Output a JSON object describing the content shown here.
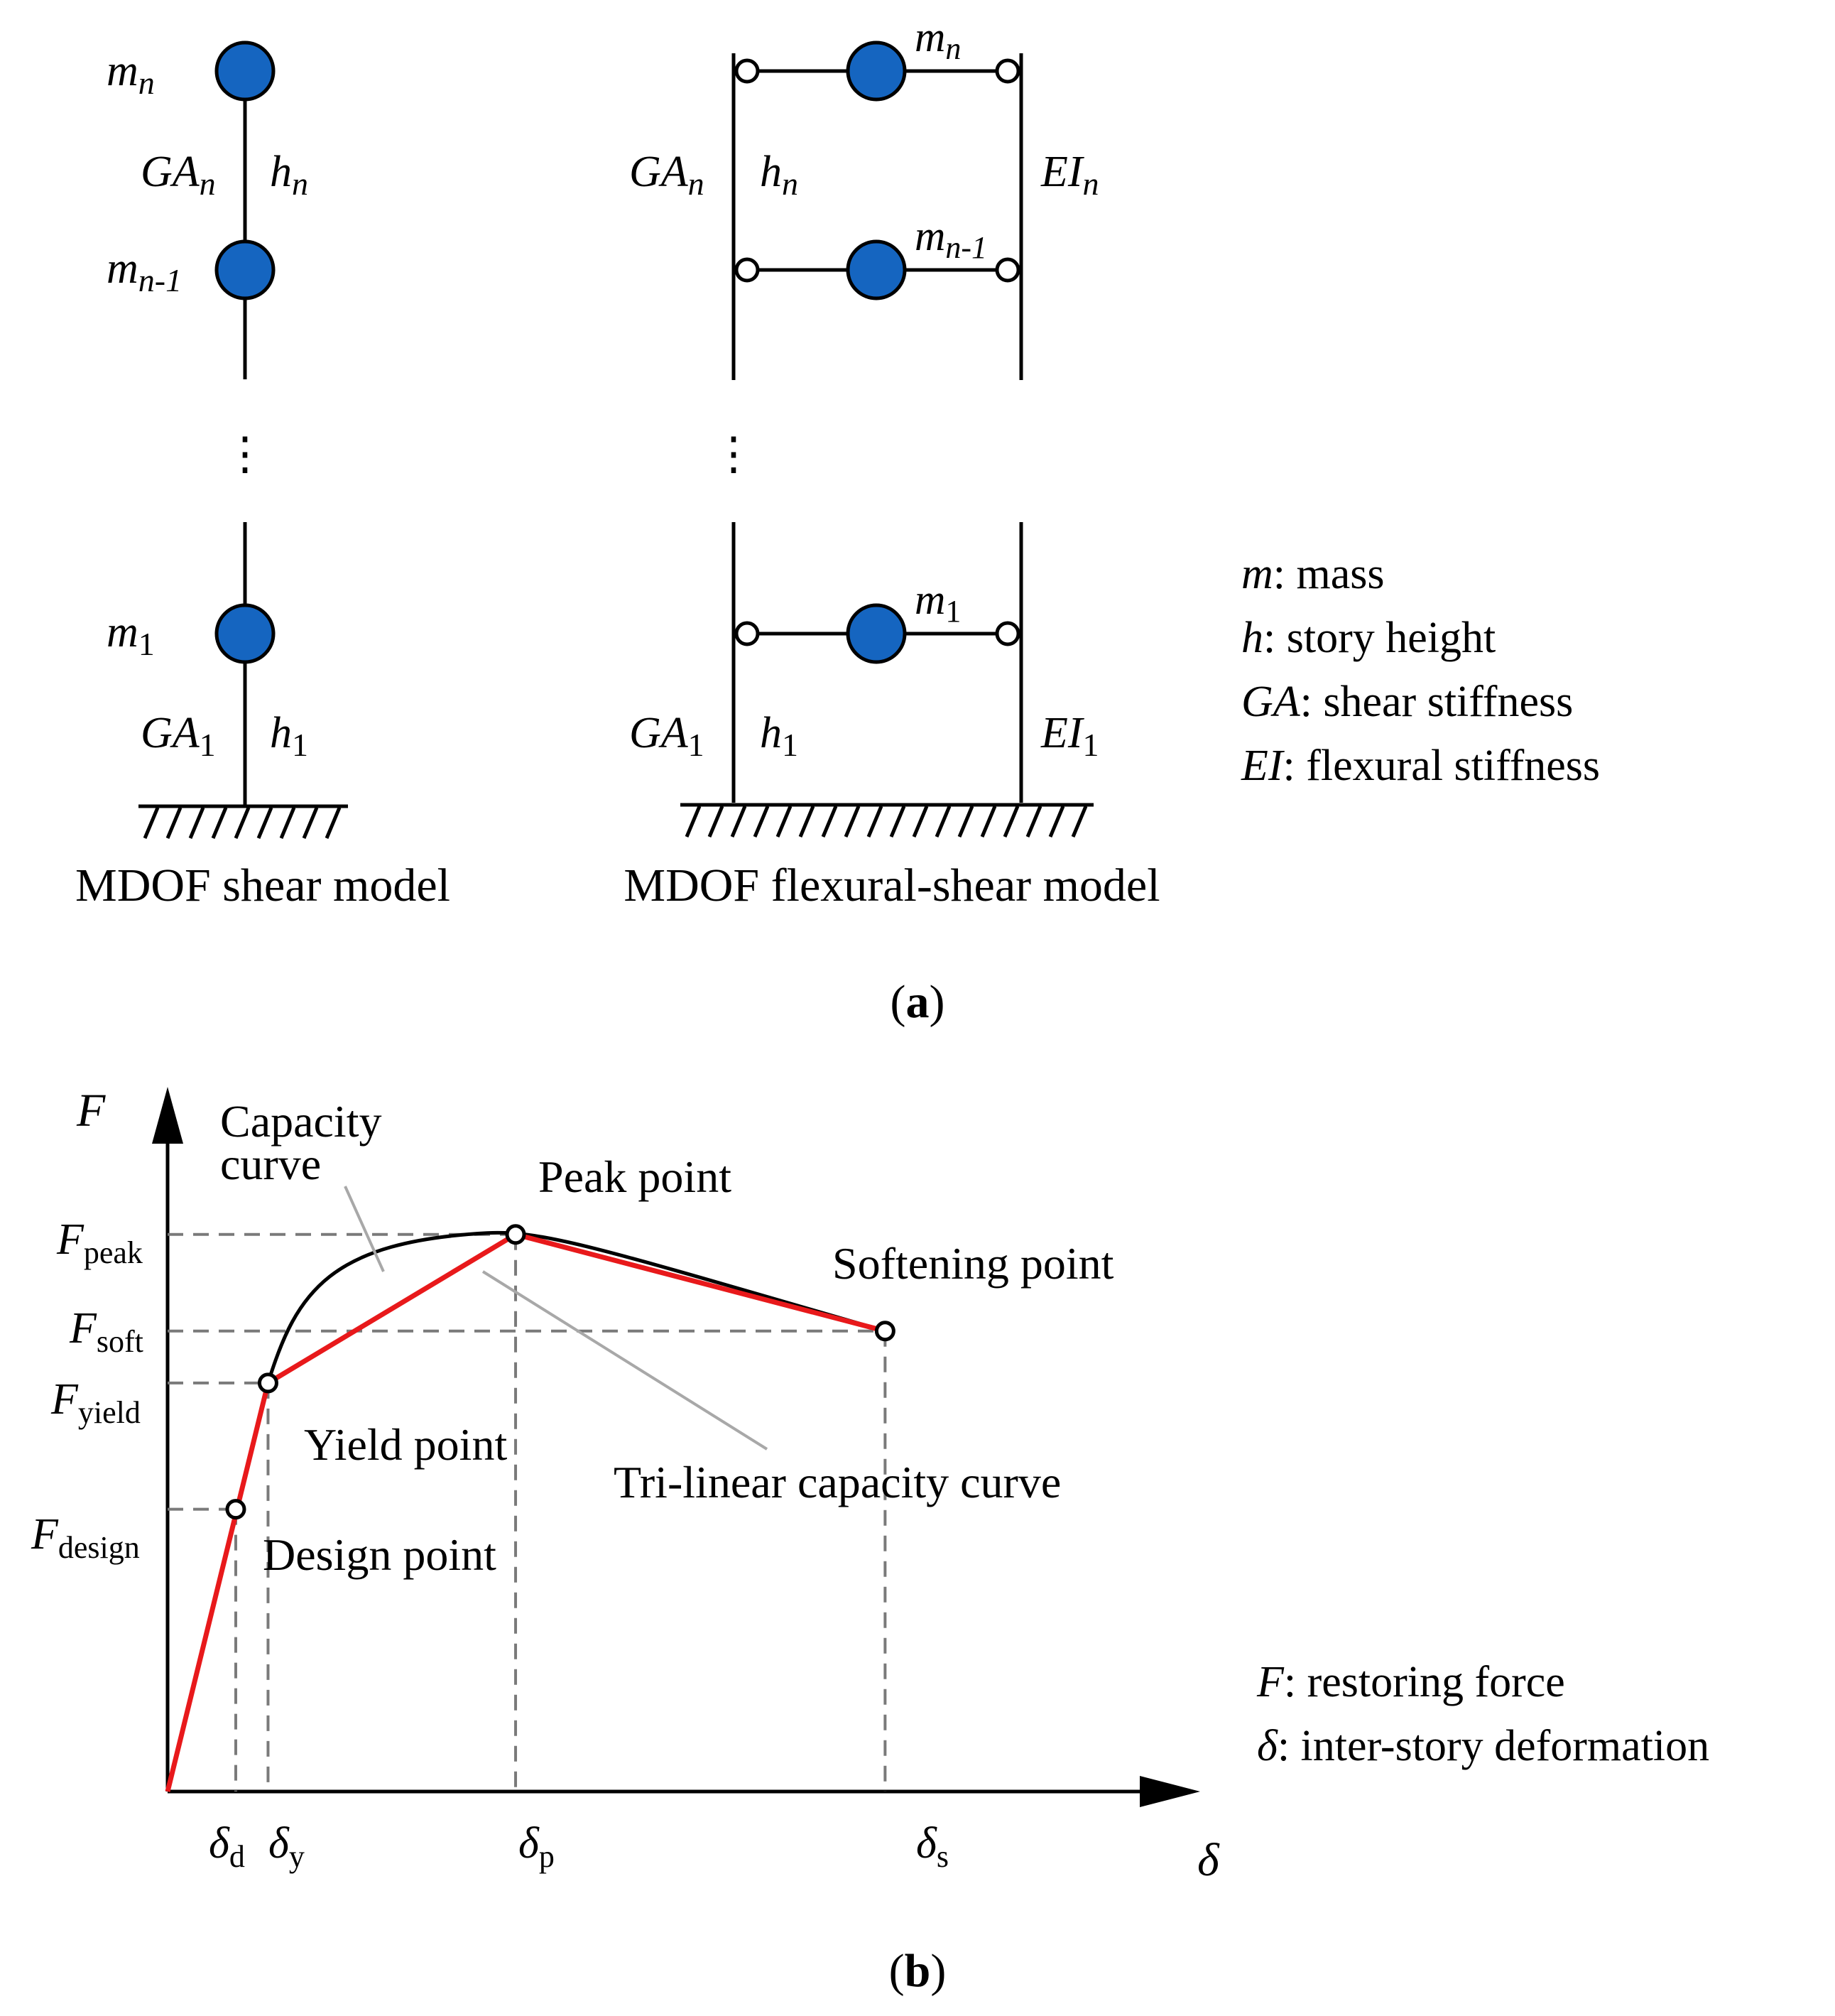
{
  "colors": {
    "mass_fill": "#1565C0",
    "trilinear": "#E8191B",
    "capacity": "#000000",
    "dashed": "#7A7A7A",
    "leader": "#A8A8A8"
  },
  "panel_a": {
    "shear_model": {
      "caption": "MDOF shear model",
      "mass_top": {
        "sym": "m",
        "sub": "n"
      },
      "mass_mid": {
        "sym": "m",
        "sub": "n-1"
      },
      "mass_bot": {
        "sym": "m",
        "sub": "1"
      },
      "stiff_top": {
        "sym": "GA",
        "sub": "n"
      },
      "height_top": {
        "sym": "h",
        "sub": "n"
      },
      "stiff_bot": {
        "sym": "GA",
        "sub": "1"
      },
      "height_bot": {
        "sym": "h",
        "sub": "1"
      },
      "ellipsis": "⋮"
    },
    "flexural_model": {
      "caption": "MDOF flexural-shear model",
      "mass_top": {
        "sym": "m",
        "sub": "n"
      },
      "mass_mid": {
        "sym": "m",
        "sub": "n-1"
      },
      "mass_bot": {
        "sym": "m",
        "sub": "1"
      },
      "stiff_top": {
        "sym": "GA",
        "sub": "n"
      },
      "height_top": {
        "sym": "h",
        "sub": "n"
      },
      "flex_top": {
        "sym": "EI",
        "sub": "n"
      },
      "stiff_bot": {
        "sym": "GA",
        "sub": "1"
      },
      "height_bot": {
        "sym": "h",
        "sub": "1"
      },
      "flex_bot": {
        "sym": "EI",
        "sub": "1"
      },
      "ellipsis": "⋮"
    },
    "legend": [
      {
        "sym": "m",
        "text": ": mass"
      },
      {
        "sym": "h",
        "text": ": story height"
      },
      {
        "sym": "GA",
        "text": ": shear stiffness"
      },
      {
        "sym": "EI",
        "text": ": flexural stiffness"
      }
    ],
    "label": {
      "open": "(",
      "letter": "a",
      "close": ")"
    }
  },
  "panel_b": {
    "axis_y": "F",
    "axis_x": "δ",
    "y_ticks": [
      {
        "sym": "F",
        "sub": "peak"
      },
      {
        "sym": "F",
        "sub": "soft"
      },
      {
        "sym": "F",
        "sub": "yield"
      },
      {
        "sym": "F",
        "sub": "design"
      }
    ],
    "x_ticks": [
      {
        "sym": "δ",
        "sub": "d"
      },
      {
        "sym": "δ",
        "sub": "y"
      },
      {
        "sym": "δ",
        "sub": "p"
      },
      {
        "sym": "δ",
        "sub": "s"
      }
    ],
    "annotations": {
      "capacity_curve_1": "Capacity",
      "capacity_curve_2": "curve",
      "peak": "Peak point",
      "softening": "Softening point",
      "yield": "Yield point",
      "design": "Design point",
      "trilinear": "Tri-linear capacity curve"
    },
    "legend": [
      {
        "sym": "F",
        "text": ": restoring force"
      },
      {
        "sym": "δ",
        "text": ": inter-story deformation"
      }
    ],
    "label": {
      "open": "(",
      "letter": "b",
      "close": ")"
    },
    "points": {
      "design": {
        "delta": 0.19,
        "force": 0.76
      },
      "yield": {
        "delta": 0.28,
        "force": 1.1
      },
      "peak": {
        "delta": 0.97,
        "force": 1.5
      },
      "softening": {
        "delta": 2.0,
        "force": 1.24
      }
    },
    "xlim": [
      0,
      2.7
    ],
    "ylim": [
      0,
      1.84
    ]
  }
}
